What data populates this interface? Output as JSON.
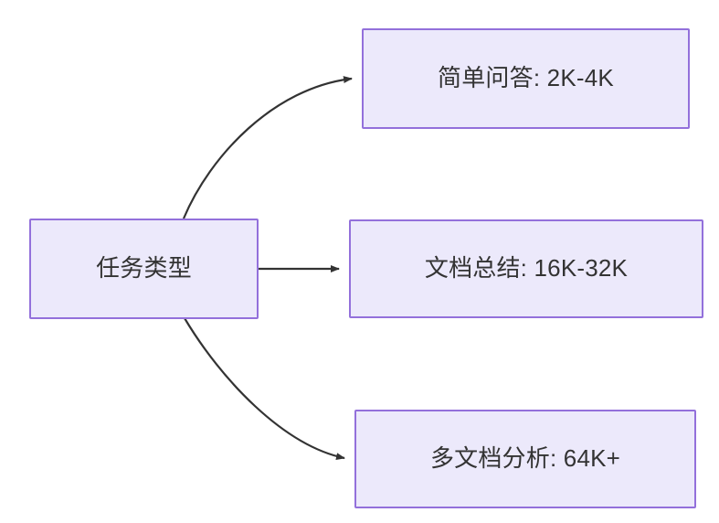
{
  "diagram": {
    "type": "flowchart",
    "direction": "left-to-right",
    "background_color": "#FFFFFF",
    "node_fill_color": "#ECE9FB",
    "node_border_color": "#9370DB",
    "text_color": "#333333",
    "edge_color": "#333333",
    "nodes": [
      {
        "id": "root",
        "label": "任务类型"
      },
      {
        "id": "simple-qa",
        "label": "简单问答: 2K-4K"
      },
      {
        "id": "doc-summary",
        "label": "文档总结: 16K-32K"
      },
      {
        "id": "multi-doc",
        "label": "多文档分析: 64K+"
      }
    ],
    "edges": [
      {
        "id": "edge-root-simple-qa",
        "from": "root",
        "to": "simple-qa",
        "label": "",
        "style": "curved"
      },
      {
        "id": "edge-root-doc-summary",
        "from": "root",
        "to": "doc-summary",
        "label": "",
        "style": "straight"
      },
      {
        "id": "edge-root-multi-doc",
        "from": "root",
        "to": "multi-doc",
        "label": "",
        "style": "curved"
      }
    ]
  }
}
